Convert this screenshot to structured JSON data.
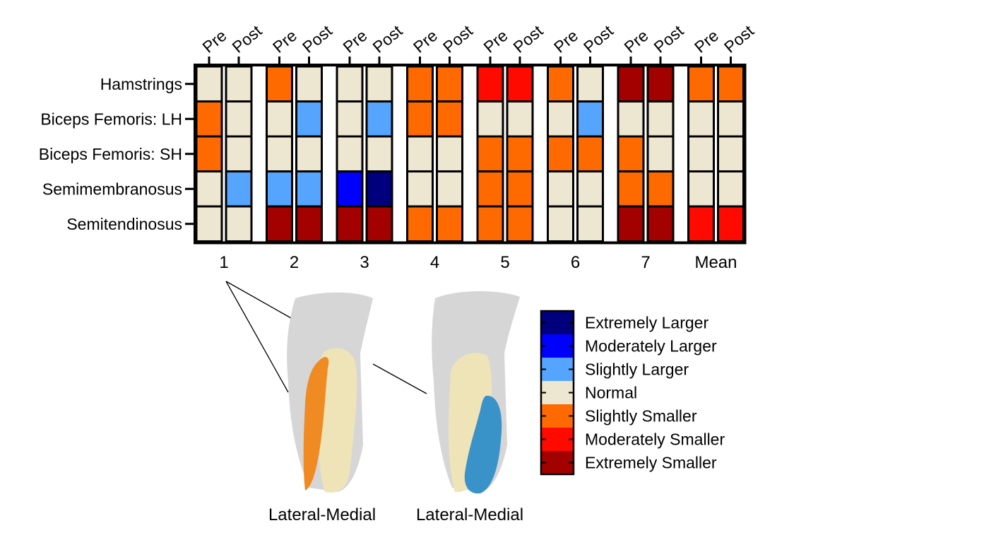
{
  "chart_data": {
    "type": "heatmap",
    "rows": [
      "Hamstrings",
      "Biceps Femoris: LH",
      "Biceps Femoris: SH",
      "Semimembranosus",
      "Semitendinosus"
    ],
    "groups": [
      "1",
      "2",
      "3",
      "4",
      "5",
      "6",
      "7",
      "Mean"
    ],
    "columns": [
      "Pre",
      "Post"
    ],
    "scale": [
      "Extremely Larger",
      "Moderately Larger",
      "Slightly Larger",
      "Normal",
      "Slightly Smaller",
      "Moderately Smaller",
      "Extremely Smaller"
    ],
    "colors": {
      "Extremely Larger": "#00007f",
      "Moderately Larger": "#0000ff",
      "Slightly Larger": "#55a5ff",
      "Normal": "#ede6d0",
      "Slightly Smaller": "#ff6a00",
      "Moderately Smaller": "#ff0a00",
      "Extremely Smaller": "#a30000"
    },
    "values": [
      [
        "Normal",
        "Normal",
        "Slightly Smaller",
        "Normal",
        "Normal",
        "Normal",
        "Slightly Smaller",
        "Slightly Smaller",
        "Moderately Smaller",
        "Moderately Smaller",
        "Slightly Smaller",
        "Normal",
        "Extremely Smaller",
        "Extremely Smaller",
        "Slightly Smaller",
        "Slightly Smaller"
      ],
      [
        "Slightly Smaller",
        "Normal",
        "Normal",
        "Slightly Larger",
        "Normal",
        "Slightly Larger",
        "Slightly Smaller",
        "Slightly Smaller",
        "Normal",
        "Normal",
        "Normal",
        "Slightly Larger",
        "Normal",
        "Normal",
        "Normal",
        "Normal"
      ],
      [
        "Slightly Smaller",
        "Normal",
        "Normal",
        "Normal",
        "Normal",
        "Normal",
        "Normal",
        "Normal",
        "Slightly Smaller",
        "Slightly Smaller",
        "Slightly Smaller",
        "Slightly Smaller",
        "Slightly Smaller",
        "Normal",
        "Normal",
        "Normal"
      ],
      [
        "Normal",
        "Slightly Larger",
        "Slightly Larger",
        "Slightly Larger",
        "Moderately Larger",
        "Extremely Larger",
        "Normal",
        "Normal",
        "Slightly Smaller",
        "Slightly Smaller",
        "Normal",
        "Normal",
        "Slightly Smaller",
        "Slightly Smaller",
        "Normal",
        "Normal"
      ],
      [
        "Normal",
        "Normal",
        "Extremely Smaller",
        "Extremely Smaller",
        "Extremely Smaller",
        "Extremely Smaller",
        "Slightly Smaller",
        "Slightly Smaller",
        "Slightly Smaller",
        "Slightly Smaller",
        "Normal",
        "Normal",
        "Extremely Smaller",
        "Extremely Smaller",
        "Moderately Smaller",
        "Moderately Smaller"
      ]
    ]
  },
  "illustrations": {
    "left_caption": "Lateral-Medial",
    "right_caption": "Lateral-Medial",
    "left_highlight_color": "#f08a22",
    "right_highlight_color": "#3a93c8",
    "muscle_color": "#efe4b8",
    "bone_color": "#c8c8c8"
  }
}
